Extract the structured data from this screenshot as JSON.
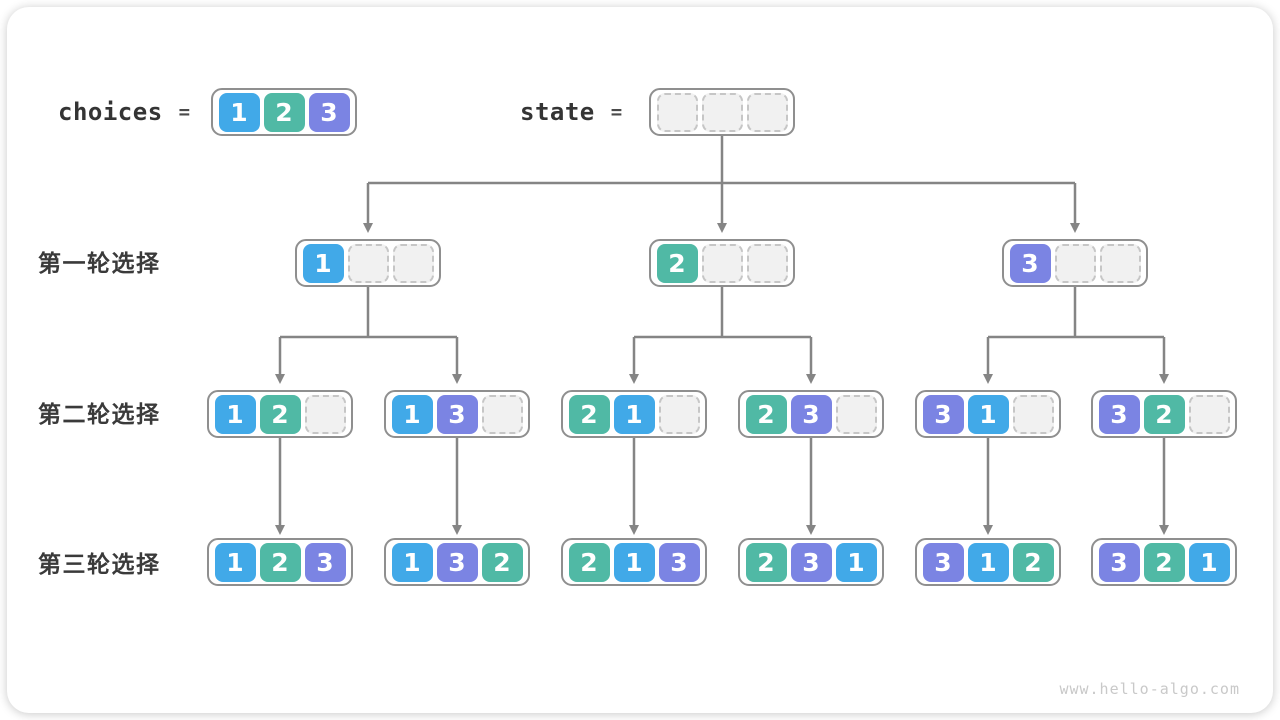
{
  "header": {
    "choices_label": "choices",
    "equals": "=",
    "choices": [
      1,
      2,
      3
    ],
    "state_label": "state",
    "state": [
      null,
      null,
      null
    ]
  },
  "rows": [
    {
      "label": "第一轮选择",
      "boxes": [
        [
          1
        ],
        [
          2
        ],
        [
          3
        ]
      ]
    },
    {
      "label": "第二轮选择",
      "boxes": [
        [
          1,
          2
        ],
        [
          1,
          3
        ],
        [
          2,
          1
        ],
        [
          2,
          3
        ],
        [
          3,
          1
        ],
        [
          3,
          2
        ]
      ]
    },
    {
      "label": "第三轮选择",
      "boxes": [
        [
          1,
          2,
          3
        ],
        [
          1,
          3,
          2
        ],
        [
          2,
          1,
          3
        ],
        [
          2,
          3,
          1
        ],
        [
          3,
          1,
          2
        ],
        [
          3,
          2,
          1
        ]
      ]
    }
  ],
  "colors": {
    "1": "#41a9e8",
    "2": "#50b9a5",
    "3": "#7b84e3",
    "arrow": "#858585",
    "box_border": "#8f8f8f",
    "empty_fill": "#f1f1f1"
  },
  "footer": {
    "watermark": "www.hello-algo.com"
  }
}
